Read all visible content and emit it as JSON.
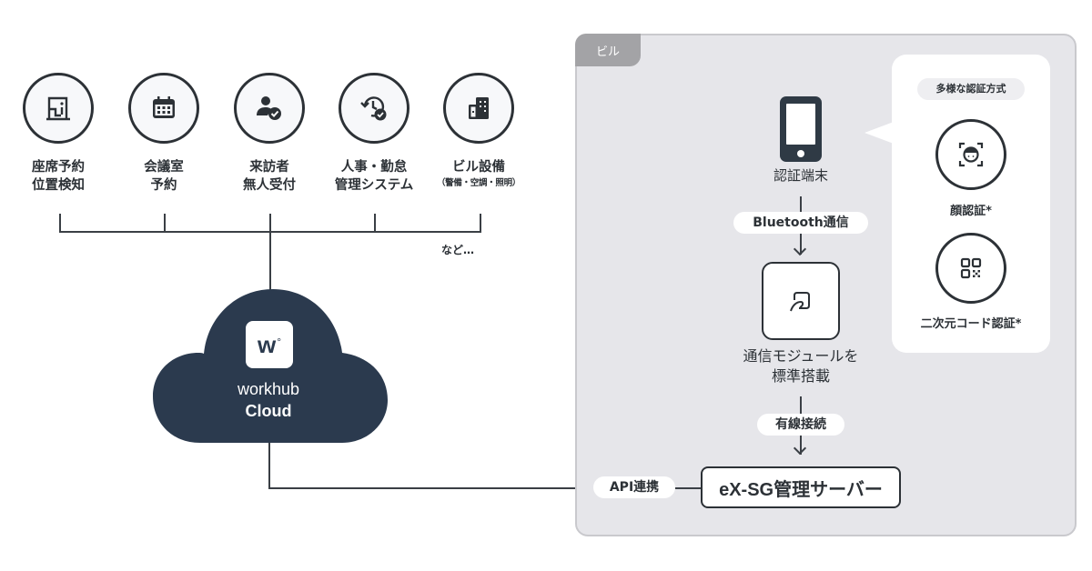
{
  "services": [
    {
      "id": "seat",
      "icon": "seat-icon",
      "line1": "座席予約",
      "line2": "位置検知"
    },
    {
      "id": "meeting",
      "icon": "calendar-icon",
      "line1": "会議室",
      "line2": "予約"
    },
    {
      "id": "visitor",
      "icon": "user-check-icon",
      "line1": "来訪者",
      "line2": "無人受付"
    },
    {
      "id": "hr",
      "icon": "history-check-icon",
      "line1": "人事・勤怠",
      "line2": "管理システム"
    },
    {
      "id": "building",
      "icon": "building-icon",
      "line1": "ビル設備",
      "line2": "（警備・空調・照明）"
    }
  ],
  "etc_label": "など…",
  "cloud": {
    "logo_letter": "w",
    "logo_sup": "°",
    "line1": "workhub",
    "line2": "Cloud",
    "color": "#2b3a4e"
  },
  "building_panel": {
    "tab_label": "ビル",
    "device_label": "認証端末",
    "bluetooth_label": "Bluetooth通信",
    "module_label_line1": "通信モジュールを",
    "module_label_line2": "標準搭載",
    "wired_label": "有線接続",
    "server_label": "eX-SG管理サーバー",
    "api_label": "API連携"
  },
  "auth_methods": {
    "title": "多様な認証方式",
    "items": [
      {
        "icon": "face-scan-icon",
        "label": "顔認証*"
      },
      {
        "icon": "qr-code-icon",
        "label": "二次元コード認証*"
      }
    ]
  },
  "colors": {
    "dark": "#2c3136",
    "cloud": "#2b3a4e",
    "panel_bg": "#e6e6ea",
    "tab_bg": "#a3a3a6"
  }
}
